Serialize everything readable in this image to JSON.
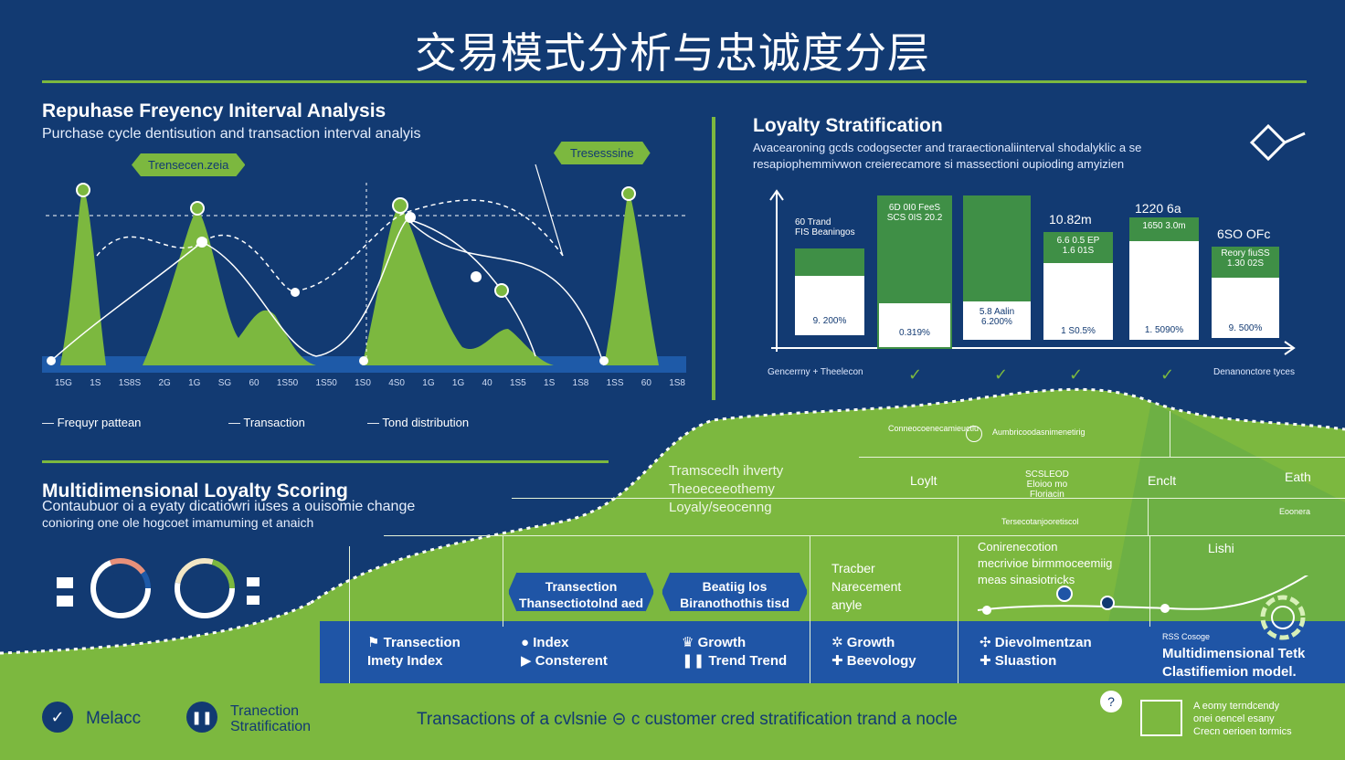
{
  "header": {
    "title": "交易模式分析与忠诚度分层"
  },
  "repurchase": {
    "title": "Repuhase Freyency Initerval Analysis",
    "subtitle": "Purchase cycle dentisution and transaction interval analyis",
    "badge_left": "Trensecen.zeia",
    "badge_right": "Tresesssine",
    "legend": [
      "Frequyr pattean",
      "Transaction",
      "Tond distribution"
    ],
    "xticks": [
      "15G",
      "1S",
      "1S8S",
      "2G",
      "1G",
      "SG",
      "60",
      "1S50",
      "1S50",
      "1S0",
      "4S0",
      "1G",
      "1G",
      "40",
      "1S5",
      "1S",
      "1S8",
      "1SS",
      "60",
      "1S8"
    ]
  },
  "loyalty": {
    "title": "Loyalty Stratification",
    "subtitle1": "Avacearoning gcds codogsecter and traraectionaliinterval shodalyklic a se",
    "subtitle2": "resapiophemmivwon creierecamore si massectioni oupioding amyizien",
    "xlabel_left": "Gencerrny + Theelecon",
    "xlabel_right": "Denanonctore tyces",
    "bars": [
      {
        "top": "60 Trand\nFIS Beaningos",
        "bottom": "9. 200%"
      },
      {
        "top": "6D 0I0 FeeS\nSCS 0IS 20.2",
        "bottom": "0.319%"
      },
      {
        "top": "",
        "bottom": "5.8 Aalin\n6.200%"
      },
      {
        "label": "10.82m",
        "top": "6.6 0.5 EP\n1.6 01S",
        "bottom": "1 S0.5%"
      },
      {
        "label": "1220 6a",
        "top": "1650 3.0m",
        "bottom": "1. 5090%"
      },
      {
        "label": "6SO OFc",
        "top": "Reory fiuSS\n1.30 02S",
        "bottom": "9. 500%"
      }
    ]
  },
  "scoring": {
    "title": "Multidimensional Loyalty Scoring",
    "subtitle1": "Contaubuor oi a eyaty dicatiowri iuses a ouisomie change",
    "subtitle2": "conioring one ole hogcoet imamuming et anaich"
  },
  "flow": {
    "note1": "Tramsceclh ihverty\nTheoeceeothemy\nLoyaly/seocenng",
    "loyl": "Loylt",
    "scale": "SCSLEOD\nEloioo mo\nFloriacin",
    "end": "Enclt",
    "eith": "Eath",
    "trade": "Tracber\nNarecement\nanyle",
    "contrib": "Conirenecotion\nmecrivioe birmmoceemiig\nmeas sinasiotricks",
    "lishi": "Lishi",
    "arrow1": "Transection\nThansectiotolnd aed",
    "arrow2": "Beatiig los\nBiranothothis tisd",
    "conn": "Conneocoenecamieuctiu",
    "aumbri": "Aumbricoodasnimenetirig",
    "tersecoetc": "Tersecotanjooretiscol",
    "econa": "Eoonera",
    "rss": "RSS Cosoge"
  },
  "panels": [
    {
      "line1": "Transection",
      "line2": "Imety Index"
    },
    {
      "line1": "Index",
      "line2": "Consterent"
    },
    {
      "line1": "Growth",
      "line2": "Trend Trend"
    },
    {
      "line1": "Growth",
      "line2": "Beevology"
    },
    {
      "line1": "Dievolmentzan",
      "line2": "Sluastion"
    },
    {
      "line1": "Multidimensional Tetk",
      "line2": "Clastifiemion model."
    }
  ],
  "footer": {
    "label1": "Melacc",
    "label2": "Tranection\nStratification",
    "center": "Transactions of a cvlsnie ⊝  c customer cred stratification trand a nocle",
    "right": "A eomy terndcendy\nonei oencel esany\nCrecn oerioen tormics"
  },
  "colors": {
    "navy": "#123a72",
    "green": "#7cb83f",
    "dark_green": "#3f8f46",
    "blue": "#1f55a6"
  }
}
